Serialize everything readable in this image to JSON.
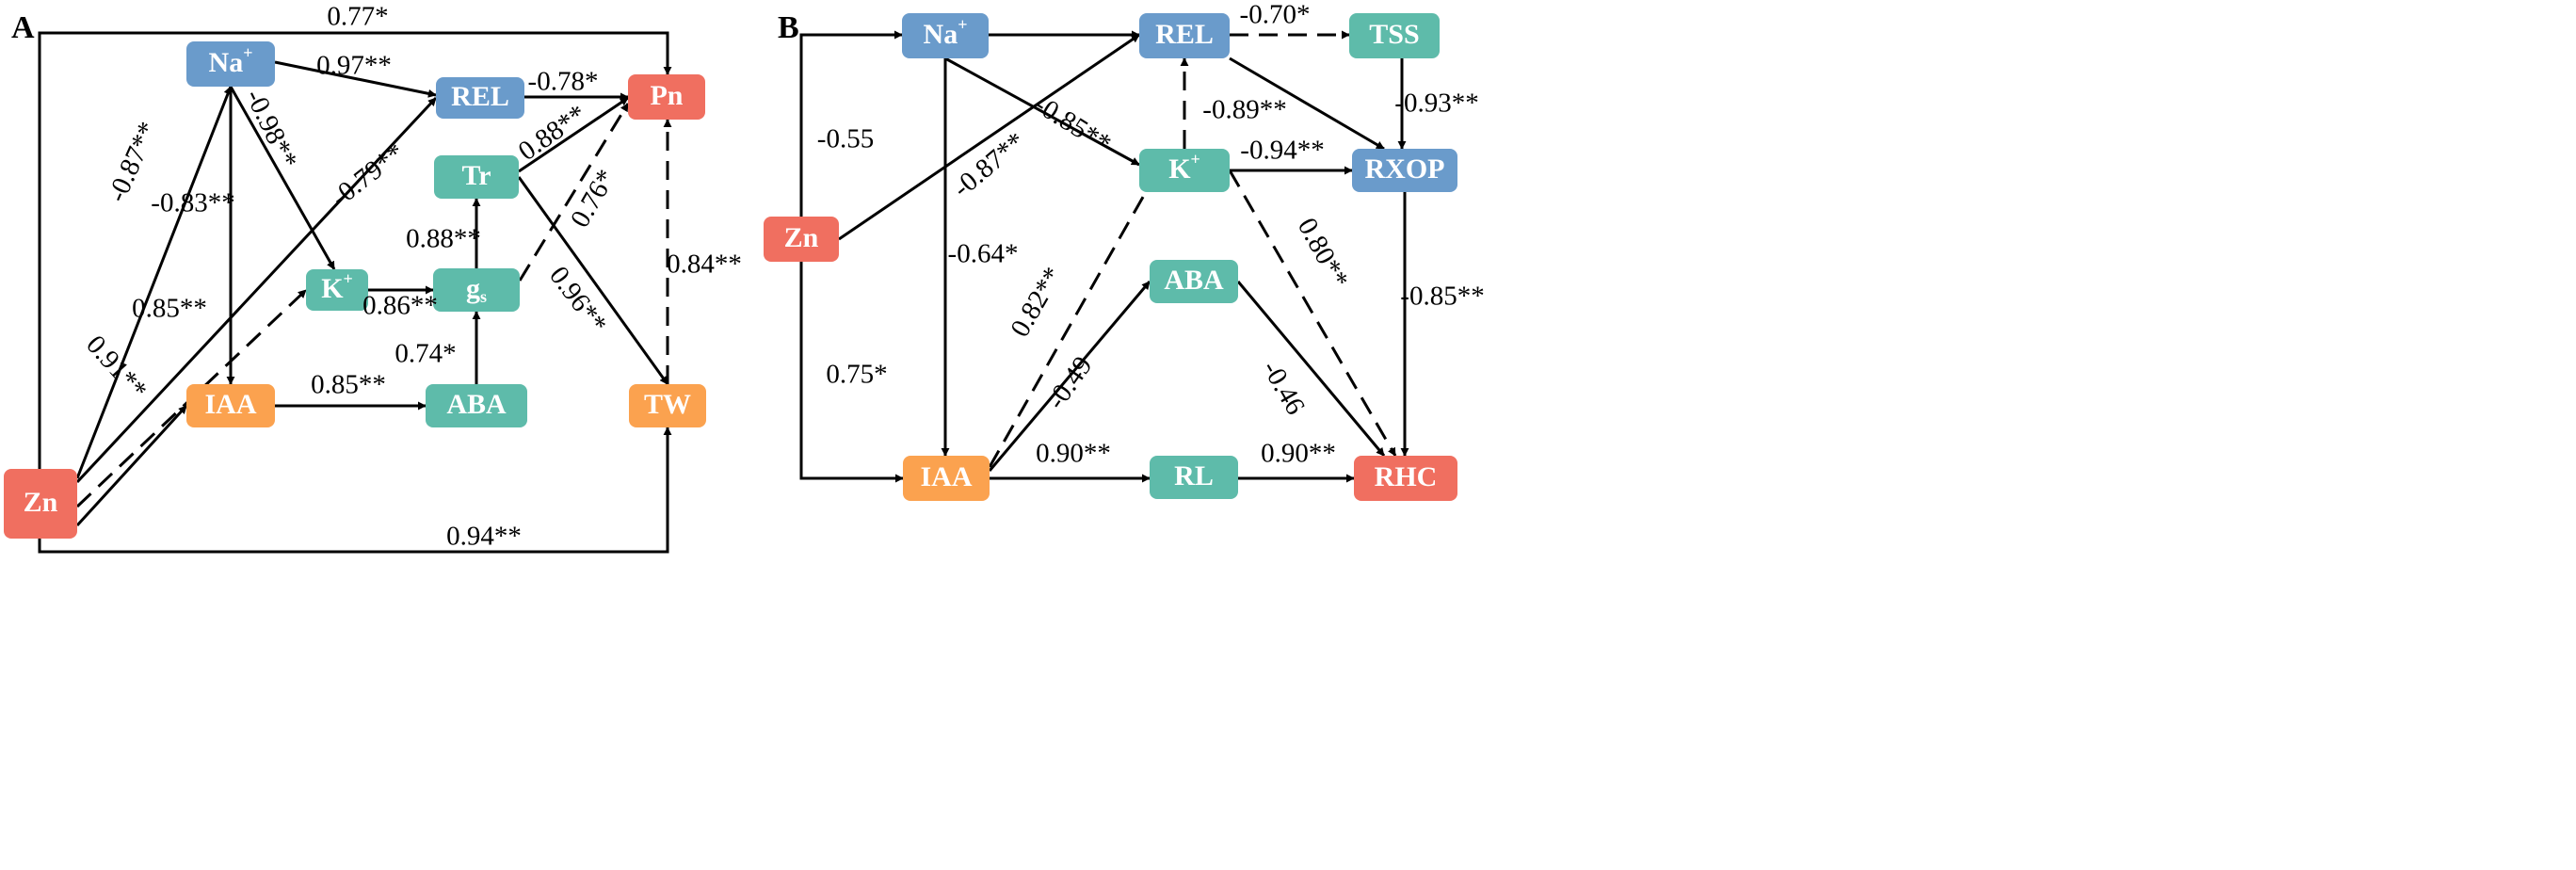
{
  "colors": {
    "blue": "#6A9BCB",
    "teal": "#5EBBAA",
    "orange": "#FBA24F",
    "red": "#F06F60",
    "line": "#000000"
  },
  "panels": [
    {
      "label": "A",
      "nodes": [
        {
          "id": "Zn",
          "text": "Zn",
          "color": "red"
        },
        {
          "id": "Na",
          "text": "Na",
          "sup": "+",
          "color": "blue"
        },
        {
          "id": "REL",
          "text": "REL",
          "color": "blue"
        },
        {
          "id": "Pn",
          "text": "Pn",
          "color": "red"
        },
        {
          "id": "Tr",
          "text": "Tr",
          "color": "teal"
        },
        {
          "id": "K",
          "text": "K",
          "sup": "+",
          "color": "teal"
        },
        {
          "id": "gs",
          "text": "g",
          "sub": "s",
          "color": "teal"
        },
        {
          "id": "IAA",
          "text": "IAA",
          "color": "orange"
        },
        {
          "id": "ABA",
          "text": "ABA",
          "color": "teal"
        },
        {
          "id": "TW",
          "text": "TW",
          "color": "orange"
        }
      ],
      "edges": [
        {
          "from": "Zn",
          "to": "Pn",
          "label": "0.77*",
          "style": "solid"
        },
        {
          "from": "Na",
          "to": "REL",
          "label": "0.97**",
          "style": "solid"
        },
        {
          "from": "REL",
          "to": "Pn",
          "label": "-0.78*",
          "style": "solid"
        },
        {
          "from": "Zn",
          "to": "Na",
          "label": "-0.87**",
          "style": "solid"
        },
        {
          "from": "Na",
          "to": "K",
          "label": "-0.98**",
          "style": "solid"
        },
        {
          "from": "Na",
          "to": "IAA",
          "label": "-0.83**",
          "style": "solid"
        },
        {
          "from": "Zn",
          "to": "REL",
          "label": "-0.79**",
          "style": "solid"
        },
        {
          "from": "Tr",
          "to": "Pn",
          "label": "0.88**",
          "style": "solid"
        },
        {
          "from": "gs",
          "to": "Pn",
          "label": "0.76*",
          "style": "dashed"
        },
        {
          "from": "gs",
          "to": "Tr",
          "label": "0.88**",
          "style": "solid"
        },
        {
          "from": "Zn",
          "to": "K",
          "label": "0.85**",
          "style": "dashed"
        },
        {
          "from": "K",
          "to": "gs",
          "label": "0.86**",
          "style": "solid"
        },
        {
          "from": "Tr",
          "to": "TW",
          "label": "0.96**",
          "style": "solid"
        },
        {
          "from": "TW",
          "to": "Pn",
          "label": "0.84**",
          "style": "dashed"
        },
        {
          "from": "Zn",
          "to": "IAA",
          "label": "0.91**",
          "style": "solid"
        },
        {
          "from": "ABA",
          "to": "gs",
          "label": "0.74*",
          "style": "solid"
        },
        {
          "from": "IAA",
          "to": "ABA",
          "label": "0.85**",
          "style": "solid"
        },
        {
          "from": "Zn",
          "to": "TW",
          "label": "0.94**",
          "style": "solid"
        }
      ]
    },
    {
      "label": "B",
      "nodes": [
        {
          "id": "Na",
          "text": "Na",
          "sup": "+",
          "color": "blue"
        },
        {
          "id": "REL",
          "text": "REL",
          "color": "blue"
        },
        {
          "id": "TSS",
          "text": "TSS",
          "color": "teal"
        },
        {
          "id": "K",
          "text": "K",
          "sup": "+",
          "color": "teal"
        },
        {
          "id": "RXOP",
          "text": "RXOP",
          "color": "blue"
        },
        {
          "id": "Zn",
          "text": "Zn",
          "color": "red"
        },
        {
          "id": "ABA",
          "text": "ABA",
          "color": "teal"
        },
        {
          "id": "IAA",
          "text": "IAA",
          "color": "orange"
        },
        {
          "id": "RL",
          "text": "RL",
          "color": "teal"
        },
        {
          "id": "RHC",
          "text": "RHC",
          "color": "red"
        }
      ],
      "edges": [
        {
          "from": "Zn",
          "to": "Na",
          "label": "-0.55",
          "style": "solid"
        },
        {
          "from": "Na",
          "to": "REL",
          "label": "",
          "style": "solid"
        },
        {
          "from": "REL",
          "to": "TSS",
          "label": "-0.70*",
          "style": "dashed"
        },
        {
          "from": "Na",
          "to": "K",
          "label": "-0.85**",
          "style": "solid"
        },
        {
          "from": "K",
          "to": "REL",
          "label": "-0.89**",
          "style": "dashed"
        },
        {
          "from": "TSS",
          "to": "RXOP",
          "label": "-0.93**",
          "style": "solid"
        },
        {
          "from": "REL",
          "to": "RXOP",
          "label": "",
          "style": "solid"
        },
        {
          "from": "Zn",
          "to": "REL",
          "label": "-0.87**",
          "style": "solid"
        },
        {
          "from": "K",
          "to": "RXOP",
          "label": "-0.94**",
          "style": "solid"
        },
        {
          "from": "Na",
          "to": "IAA",
          "label": "-0.64*",
          "style": "solid"
        },
        {
          "from": "K",
          "to": "RHC",
          "label": "0.80**",
          "style": "dashed"
        },
        {
          "from": "IAA",
          "to": "K",
          "label": "0.82**",
          "style": "dashed"
        },
        {
          "from": "RXOP",
          "to": "RHC",
          "label": "-0.85**",
          "style": "solid"
        },
        {
          "from": "IAA",
          "to": "ABA",
          "label": "-0.49",
          "style": "solid"
        },
        {
          "from": "ABA",
          "to": "RHC",
          "label": "-0.46",
          "style": "solid"
        },
        {
          "from": "Zn",
          "to": "IAA",
          "label": "0.75*",
          "style": "solid"
        },
        {
          "from": "IAA",
          "to": "RL",
          "label": "0.90**",
          "style": "solid"
        },
        {
          "from": "RL",
          "to": "RHC",
          "label": "0.90**",
          "style": "solid"
        }
      ]
    }
  ]
}
